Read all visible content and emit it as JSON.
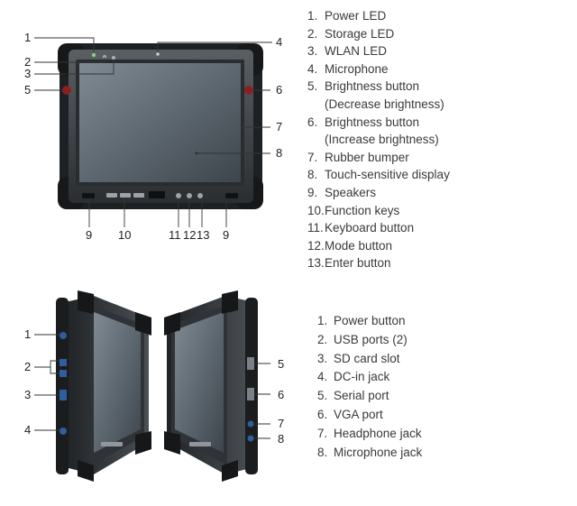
{
  "top_legend": [
    {
      "num": "1.",
      "lines": [
        "Power LED"
      ]
    },
    {
      "num": "2.",
      "lines": [
        "Storage LED"
      ]
    },
    {
      "num": "3.",
      "lines": [
        "WLAN LED"
      ]
    },
    {
      "num": "4.",
      "lines": [
        "Microphone"
      ]
    },
    {
      "num": "5.",
      "lines": [
        "Brightness button",
        "(Decrease brightness)"
      ]
    },
    {
      "num": "6.",
      "lines": [
        "Brightness button",
        "(Increase brightness)"
      ]
    },
    {
      "num": "7.",
      "lines": [
        "Rubber bumper"
      ]
    },
    {
      "num": "8.",
      "lines": [
        "Touch-sensitive display"
      ]
    },
    {
      "num": "9.",
      "lines": [
        "Speakers"
      ]
    },
    {
      "num": "10.",
      "lines": [
        "Function keys"
      ]
    },
    {
      "num": "11.",
      "lines": [
        "Keyboard button"
      ]
    },
    {
      "num": "12.",
      "lines": [
        "Mode button"
      ]
    },
    {
      "num": "13.",
      "lines": [
        "Enter button"
      ]
    }
  ],
  "bottom_legend": [
    {
      "num": "1.",
      "lines": [
        "Power button"
      ]
    },
    {
      "num": "2.",
      "lines": [
        "USB ports (2)"
      ]
    },
    {
      "num": "3.",
      "lines": [
        "SD card slot"
      ]
    },
    {
      "num": "4.",
      "lines": [
        "DC-in jack"
      ]
    },
    {
      "num": "5.",
      "lines": [
        "Serial port"
      ]
    },
    {
      "num": "6.",
      "lines": [
        "VGA port"
      ]
    },
    {
      "num": "7.",
      "lines": [
        "Headphone jack"
      ]
    },
    {
      "num": "8.",
      "lines": [
        "Microphone jack"
      ]
    }
  ],
  "front_callouts": [
    "1",
    "2",
    "3",
    "4",
    "5",
    "6",
    "7",
    "8",
    "9",
    "10",
    "11",
    "12",
    "13",
    "9"
  ],
  "left_side_callouts": [
    "1",
    "2",
    "3",
    "4"
  ],
  "right_side_callouts": [
    "5",
    "6",
    "7",
    "8"
  ]
}
